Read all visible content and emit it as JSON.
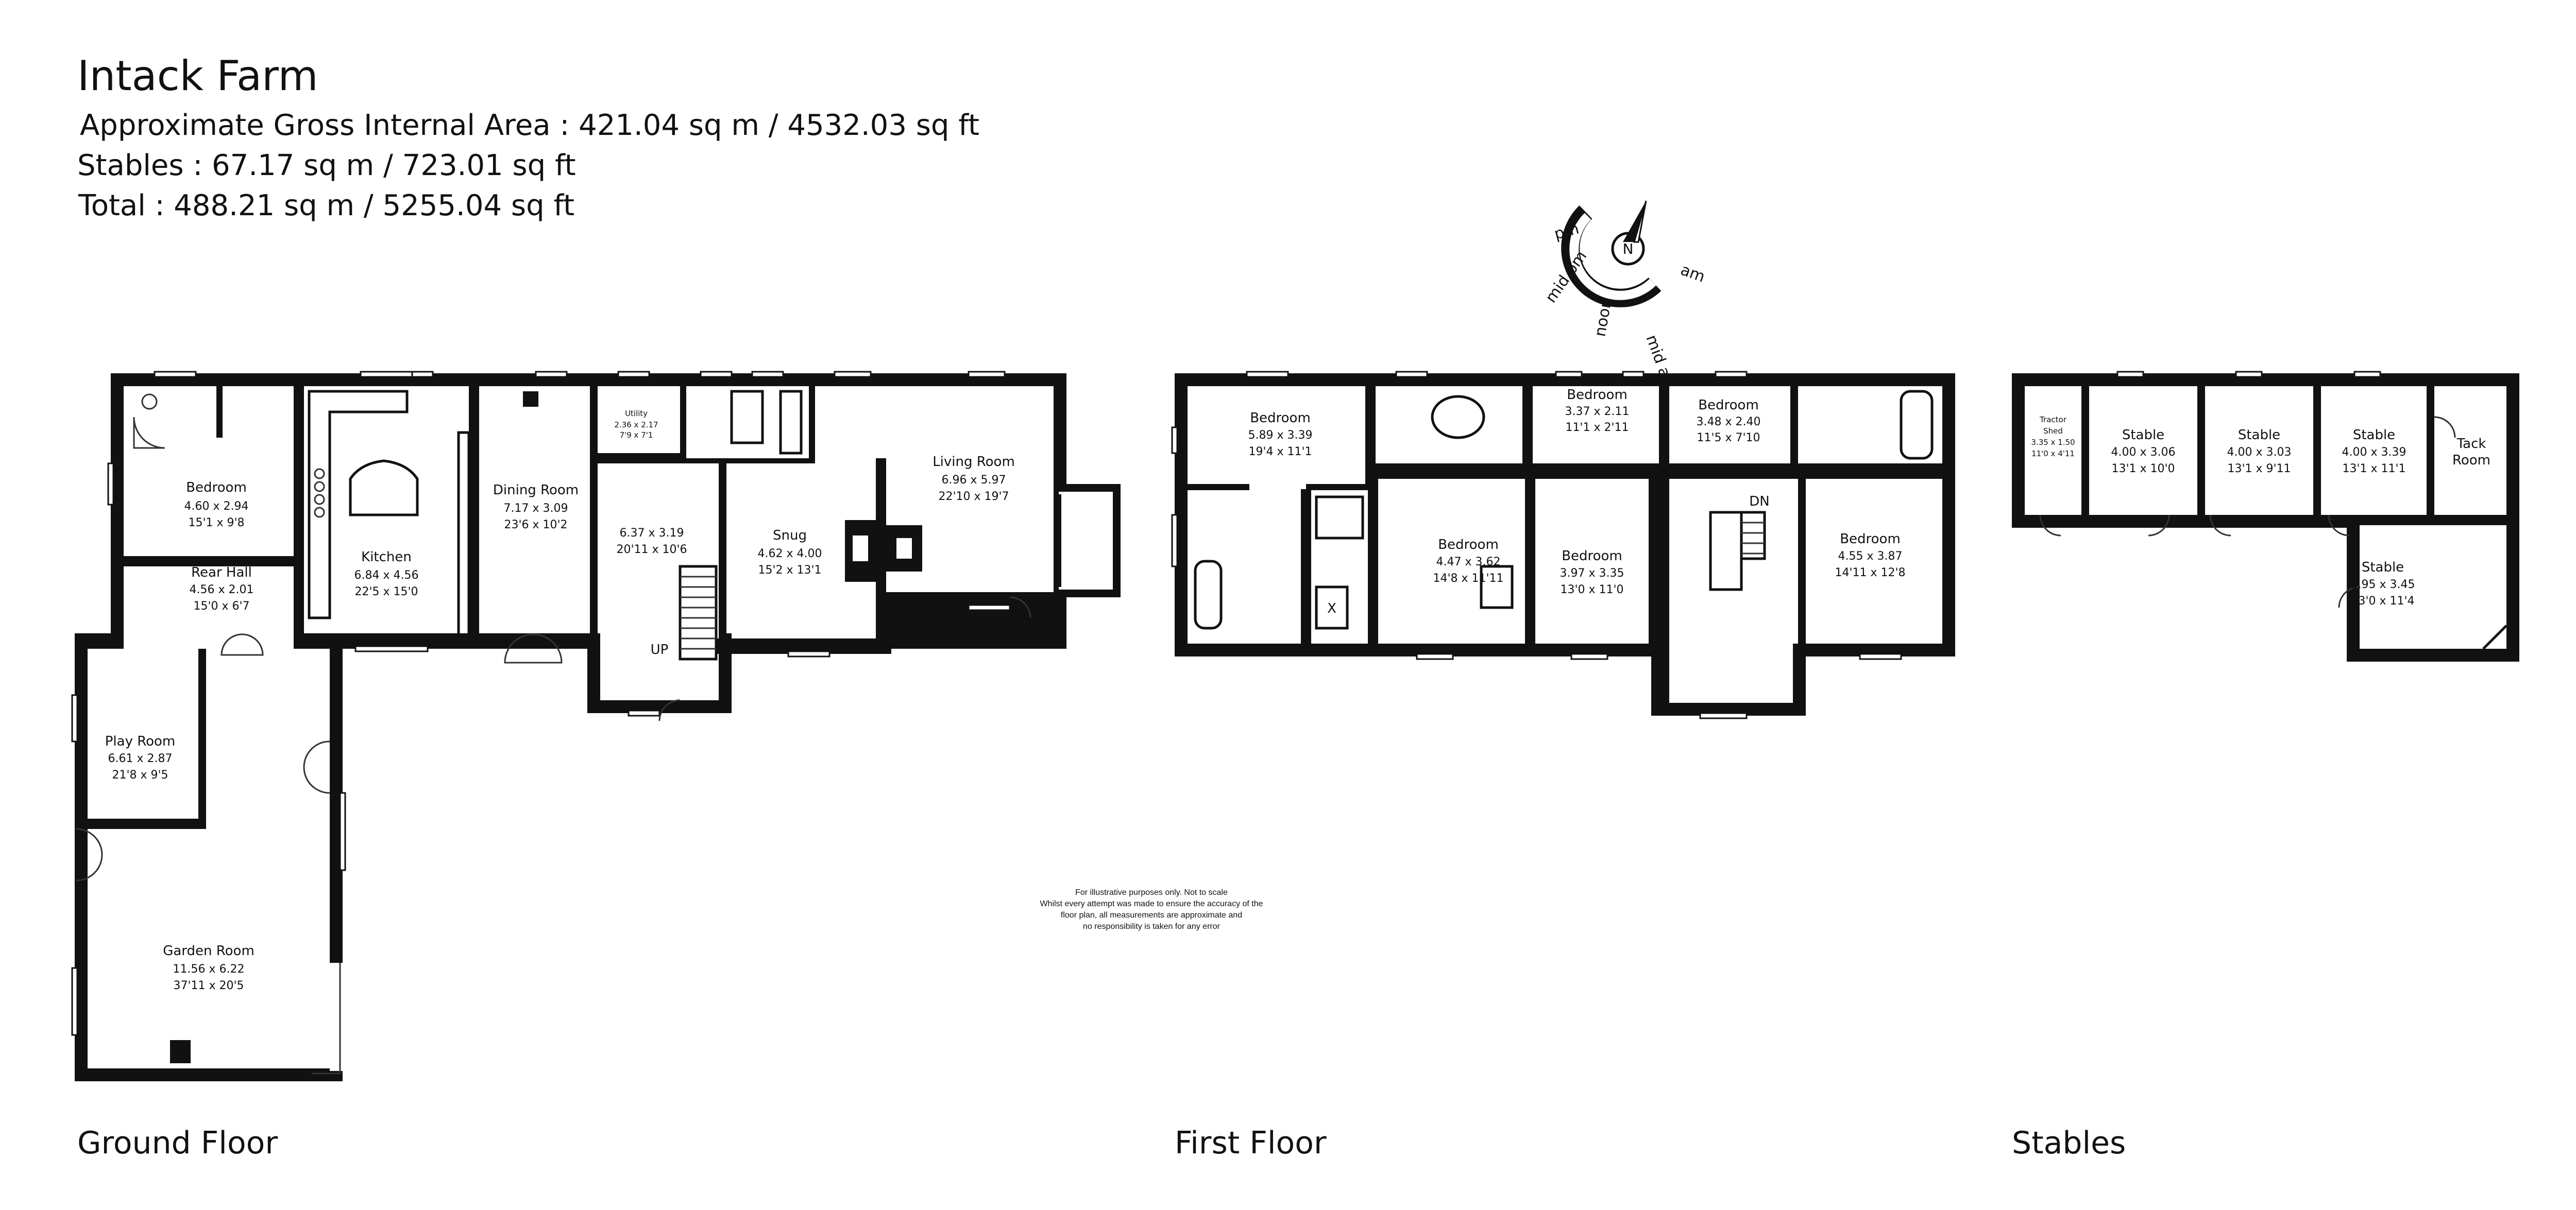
{
  "header": {
    "title": "Intack Farm",
    "line1": "Approximate Gross Internal Area : 421.04 sq m / 4532.03 sq ft",
    "line2": "Stables : 67.17 sq m / 723.01 sq ft",
    "line3": "Total : 488.21 sq m / 5255.04 sq ft"
  },
  "compass": {
    "north": "N",
    "am": "am",
    "mid_am": "mid am",
    "noon": "noon",
    "mid_pm": "mid pm",
    "pm": "pm"
  },
  "floors": {
    "ground": "Ground Floor",
    "first": "First Floor",
    "stables": "Stables"
  },
  "rooms": {
    "gf_bedroom": {
      "name": "Bedroom",
      "metric": "4.60 x 2.94",
      "imperial": "15'1 x 9'8"
    },
    "rear_hall": {
      "name": "Rear Hall",
      "metric": "4.56 x 2.01",
      "imperial": "15'0 x 6'7"
    },
    "kitchen": {
      "name": "Kitchen",
      "metric": "6.84 x 4.56",
      "imperial": "22'5 x 15'0"
    },
    "dining": {
      "name": "Dining Room",
      "metric": "7.17 x 3.09",
      "imperial": "23'6 x 10'2"
    },
    "utility": {
      "name": "Utility",
      "metric": "2.36 x 2.17",
      "imperial": "7'9 x 7'1"
    },
    "hall": {
      "metric": "6.37 x 3.19",
      "imperial": "20'11 x 10'6"
    },
    "snug": {
      "name": "Snug",
      "metric": "4.62 x 4.00",
      "imperial": "15'2 x 13'1"
    },
    "living": {
      "name": "Living Room",
      "metric": "6.96 x 5.97",
      "imperial": "22'10 x 19'7"
    },
    "play": {
      "name": "Play Room",
      "metric": "6.61 x 2.87",
      "imperial": "21'8 x 9'5"
    },
    "garden": {
      "name": "Garden Room",
      "metric": "11.56 x 6.22",
      "imperial": "37'11 x 20'5"
    },
    "ff_bed1": {
      "name": "Bedroom",
      "metric": "5.89 x 3.39",
      "imperial": "19'4 x 11'1"
    },
    "ff_bed2": {
      "name": "Bedroom",
      "metric": "3.37 x 2.11",
      "imperial": "11'1 x 2'11"
    },
    "ff_bed3": {
      "name": "Bedroom",
      "metric": "3.48 x 2.40",
      "imperial": "11'5 x 7'10"
    },
    "ff_bed4": {
      "name": "Bedroom",
      "metric": "4.47 x 3.62",
      "imperial": "14'8 x 11'11"
    },
    "ff_bed5": {
      "name": "Bedroom",
      "metric": "3.97 x 3.35",
      "imperial": "13'0 x 11'0"
    },
    "ff_bed6": {
      "name": "Bedroom",
      "metric": "4.55 x 3.87",
      "imperial": "14'11 x 12'8"
    },
    "tractor": {
      "name1": "Tractor",
      "name2": "Shed",
      "metric": "3.35 x 1.50",
      "imperial": "11'0 x 4'11"
    },
    "stable1": {
      "name": "Stable",
      "metric": "4.00 x 3.06",
      "imperial": "13'1 x 10'0"
    },
    "stable2": {
      "name": "Stable",
      "metric": "4.00 x 3.03",
      "imperial": "13'1 x 9'11"
    },
    "stable3": {
      "name": "Stable",
      "metric": "4.00 x 3.39",
      "imperial": "13'1 x 11'1"
    },
    "tack": {
      "name1": "Tack",
      "name2": "Room"
    },
    "stable4": {
      "name": "Stable",
      "metric": "3.95 x 3.45",
      "imperial": "13'0 x 11'4"
    }
  },
  "stairs": {
    "up": "UP",
    "dn": "DN"
  },
  "fixture_marks": {
    "x": "X"
  },
  "disclaimer": [
    "For illustrative purposes only. Not to scale",
    "Whilst every attempt was made to ensure the accuracy of the",
    "floor plan, all measurements are approximate and",
    "no responsibility is taken for any error"
  ]
}
